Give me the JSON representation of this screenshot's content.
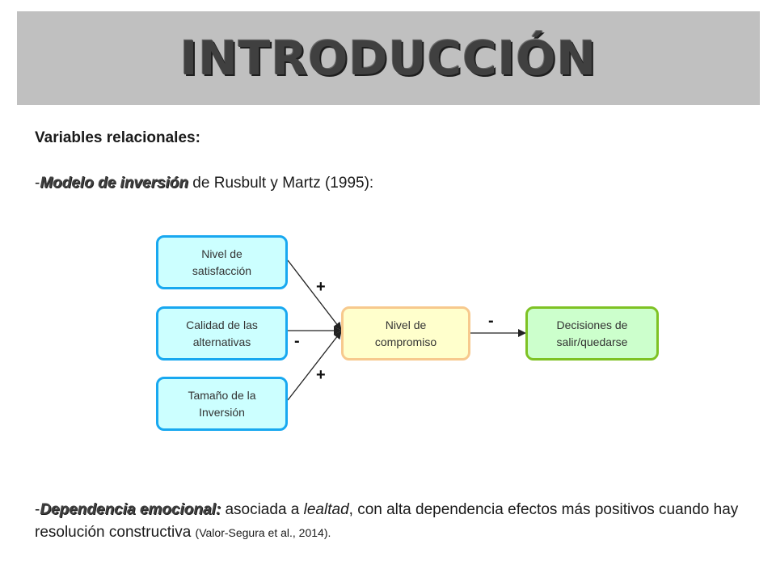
{
  "slide": {
    "title": "INTRODUCCIÓN",
    "heading": "Variables relacionales:",
    "model_line": {
      "prefix": "-",
      "emphasis": "Modelo de inversión",
      "rest": " de Rusbult y Martz (1995):"
    },
    "dependence_paragraph": {
      "prefix": "-",
      "emphasis": "Dependencia emocional:",
      "part1": " asociada a ",
      "italic_word": "lealtad",
      "part2": ", con alta dependencia efectos más positivos cuando hay resolución constructiva ",
      "citation": "(Valor-Segura et al., 2014)."
    }
  },
  "diagram": {
    "nodes": {
      "satisfaction": "Nivel de\nsatisfacción",
      "alternatives": "Calidad de las\nalternativas",
      "investment": "Tamaño de la\nInversión",
      "commitment": "Nivel de\ncompromiso",
      "decisions": "Decisiones de\nsalir/quedarse"
    },
    "signs": {
      "satisfaction": "+",
      "alternatives": "-",
      "investment": "+",
      "commitment": "-"
    },
    "colors": {
      "blue_fill": "#ccffff",
      "blue_border": "#18a8f0",
      "yellow_fill": "#ffffcc",
      "yellow_border": "#f7c98d",
      "green_fill": "#ccffcc",
      "green_border": "#7ec224"
    }
  }
}
